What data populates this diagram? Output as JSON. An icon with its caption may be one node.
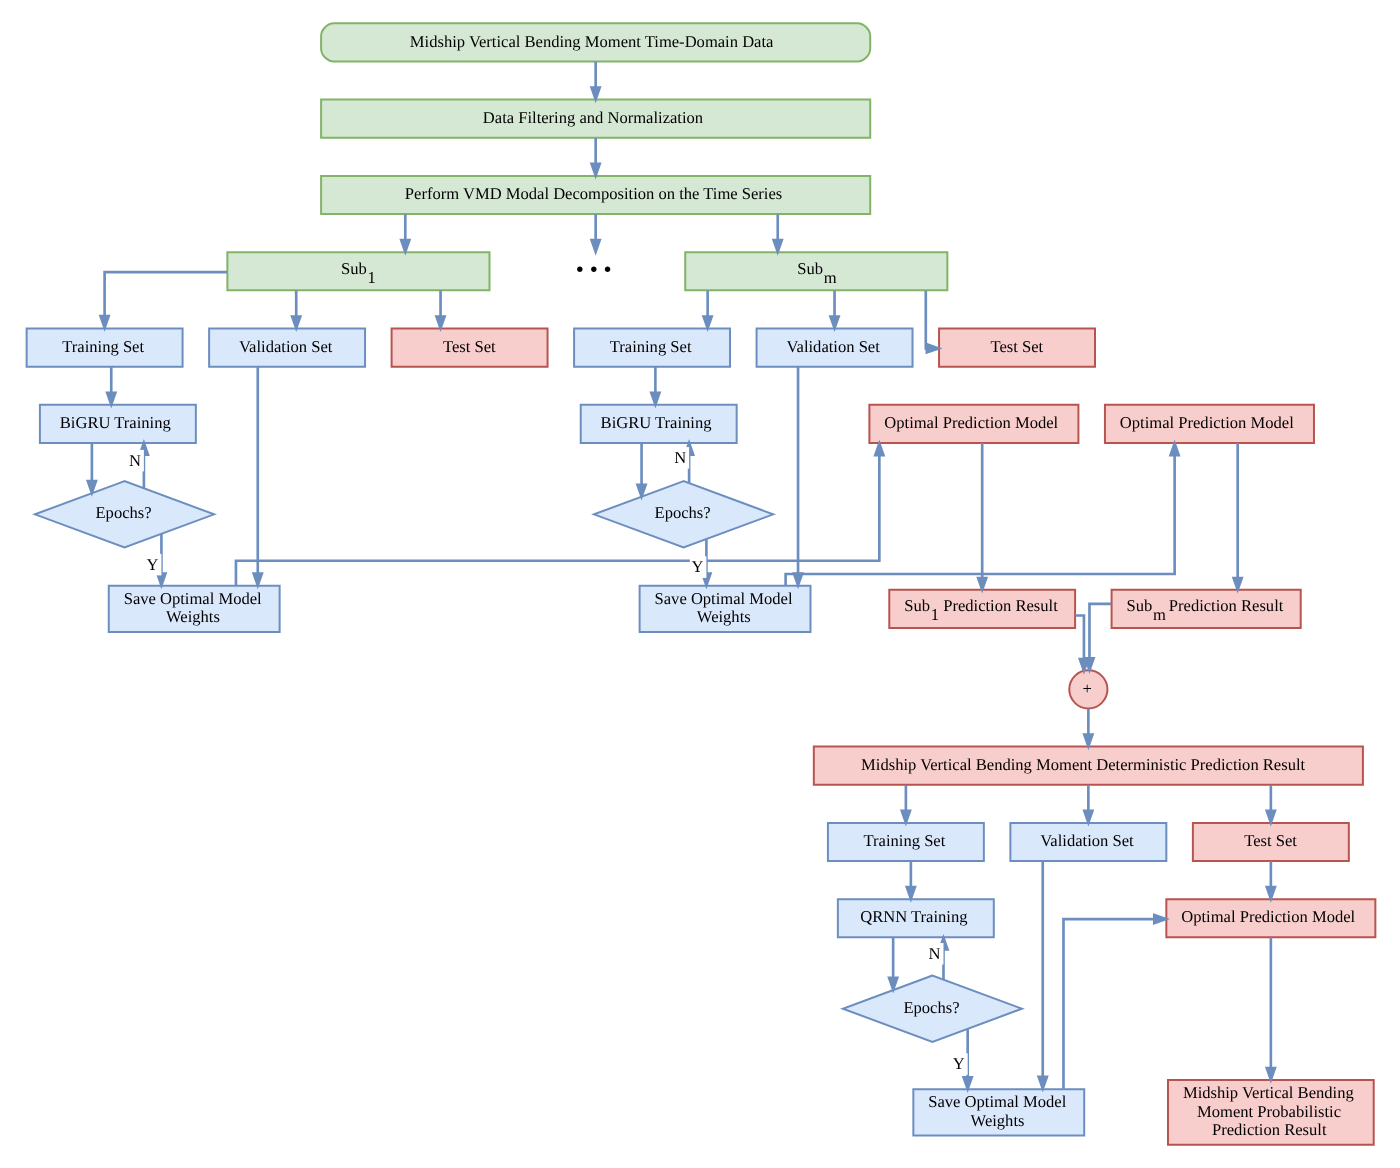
{
  "diagram": {
    "nodes": [
      {
        "text": [
          "Midship Vertical Bending Moment Time-Domain Data"
        ]
      },
      {
        "text": [
          "Data Filtering and Normalization"
        ]
      },
      {
        "text": [
          "Perform VMD Modal Decomposition on the Time Series"
        ]
      },
      {
        "text": [
          "Sub$_{1}$"
        ]
      },
      {
        "text": [
          "• • •"
        ]
      },
      {
        "text": [
          "Sub$_{m}$"
        ]
      },
      {
        "text": [
          "Training Set"
        ]
      },
      {
        "text": [
          "Validation Set"
        ]
      },
      {
        "text": [
          "Test Set"
        ]
      },
      {
        "text": [
          "BiGRU Training"
        ]
      },
      {
        "text": [
          "Optimal Prediction Model"
        ]
      },
      {
        "text": [
          "Epochs?"
        ]
      },
      {
        "text": [
          "Save Optimal Model Weights"
        ]
      },
      {
        "text": [
          "Sub$_{1}$ Prediction Result"
        ]
      },
      {
        "text": [
          "Training Set"
        ]
      },
      {
        "text": [
          "Validation Set"
        ]
      },
      {
        "text": [
          "Test Set"
        ]
      },
      {
        "text": [
          "BiGRU Training"
        ]
      },
      {
        "text": [
          "Optimal Prediction Model"
        ]
      },
      {
        "text": [
          "Epochs?"
        ]
      },
      {
        "text": [
          "Save Optimal Model Weights"
        ]
      },
      {
        "text": [
          "Sub$_{m}$ Prediction Result"
        ]
      },
      {
        "text": [
          "+"
        ]
      },
      {
        "text": [
          "Midship Vertical Bending Moment Deterministic Prediction Result"
        ]
      },
      {
        "text": [
          "Training Set"
        ]
      },
      {
        "text": [
          "Validation Set"
        ]
      },
      {
        "text": [
          "Test Set"
        ]
      },
      {
        "text": [
          "QRNN Training"
        ]
      },
      {
        "text": [
          "Epochs?"
        ]
      },
      {
        "text": [
          "Optimal Prediction Model"
        ]
      },
      {
        "text": [
          "Save Optimal Model Weights"
        ]
      },
      {
        "text": [
          "Midship Vertical Bending Moment Probabilistic Prediction Result"
        ]
      }
    ],
    "edges": [
      {
        "from": 0,
        "to": 1,
        "arrow": "to"
      },
      {
        "from": 1,
        "to": 2,
        "arrow": "to"
      },
      {
        "from": 2,
        "to": 3,
        "arrow": "to"
      },
      {
        "from": 2,
        "to": 4,
        "arrow": "to"
      },
      {
        "from": 2,
        "to": 5,
        "arrow": "to"
      },
      {
        "from": 3,
        "to": 6,
        "arrow": "to"
      },
      {
        "from": 3,
        "to": 7,
        "arrow": "to"
      },
      {
        "from": 3,
        "to": 8,
        "arrow": "to"
      },
      {
        "from": 6,
        "to": 9,
        "arrow": "to"
      },
      {
        "from": 9,
        "to": 11,
        "arrow": "to"
      },
      {
        "from": 11,
        "to": 9,
        "arrow": "to",
        "label": "N"
      },
      {
        "from": 11,
        "to": 12,
        "arrow": "to",
        "label": "Y"
      },
      {
        "from": 7,
        "to": 12,
        "arrow": "to"
      },
      {
        "from": 12,
        "to": 10,
        "arrow": "to"
      },
      {
        "from": 10,
        "to": 13,
        "arrow": "to"
      },
      {
        "from": 13,
        "to": 22,
        "arrow": "to"
      },
      {
        "from": 5,
        "to": 14,
        "arrow": "to"
      },
      {
        "from": 5,
        "to": 15,
        "arrow": "to"
      },
      {
        "from": 5,
        "to": 16,
        "arrow": "to"
      },
      {
        "from": 14,
        "to": 17,
        "arrow": "to"
      },
      {
        "from": 17,
        "to": 19,
        "arrow": "to"
      },
      {
        "from": 19,
        "to": 17,
        "arrow": "to",
        "label": "N"
      },
      {
        "from": 19,
        "to": 20,
        "arrow": "to",
        "label": "Y"
      },
      {
        "from": 15,
        "to": 20,
        "arrow": "to"
      },
      {
        "from": 20,
        "to": 18,
        "arrow": "to"
      },
      {
        "from": 18,
        "to": 21,
        "arrow": "to"
      },
      {
        "from": 21,
        "to": 22,
        "arrow": "to"
      },
      {
        "from": 22,
        "to": 23,
        "arrow": "to"
      },
      {
        "from": 23,
        "to": 24,
        "arrow": "to"
      },
      {
        "from": 23,
        "to": 25,
        "arrow": "to"
      },
      {
        "from": 23,
        "to": 26,
        "arrow": "to"
      },
      {
        "from": 24,
        "to": 27,
        "arrow": "to"
      },
      {
        "from": 27,
        "to": 28,
        "arrow": "to"
      },
      {
        "from": 28,
        "to": 27,
        "arrow": "to",
        "label": "N"
      },
      {
        "from": 28,
        "to": 30,
        "arrow": "to",
        "label": "Y"
      },
      {
        "from": 25,
        "to": 30,
        "arrow": "to"
      },
      {
        "from": 30,
        "to": 29,
        "arrow": "to"
      },
      {
        "from": 26,
        "to": 29,
        "arrow": "to"
      },
      {
        "from": 29,
        "to": 31,
        "arrow": "to"
      }
    ]
  }
}
